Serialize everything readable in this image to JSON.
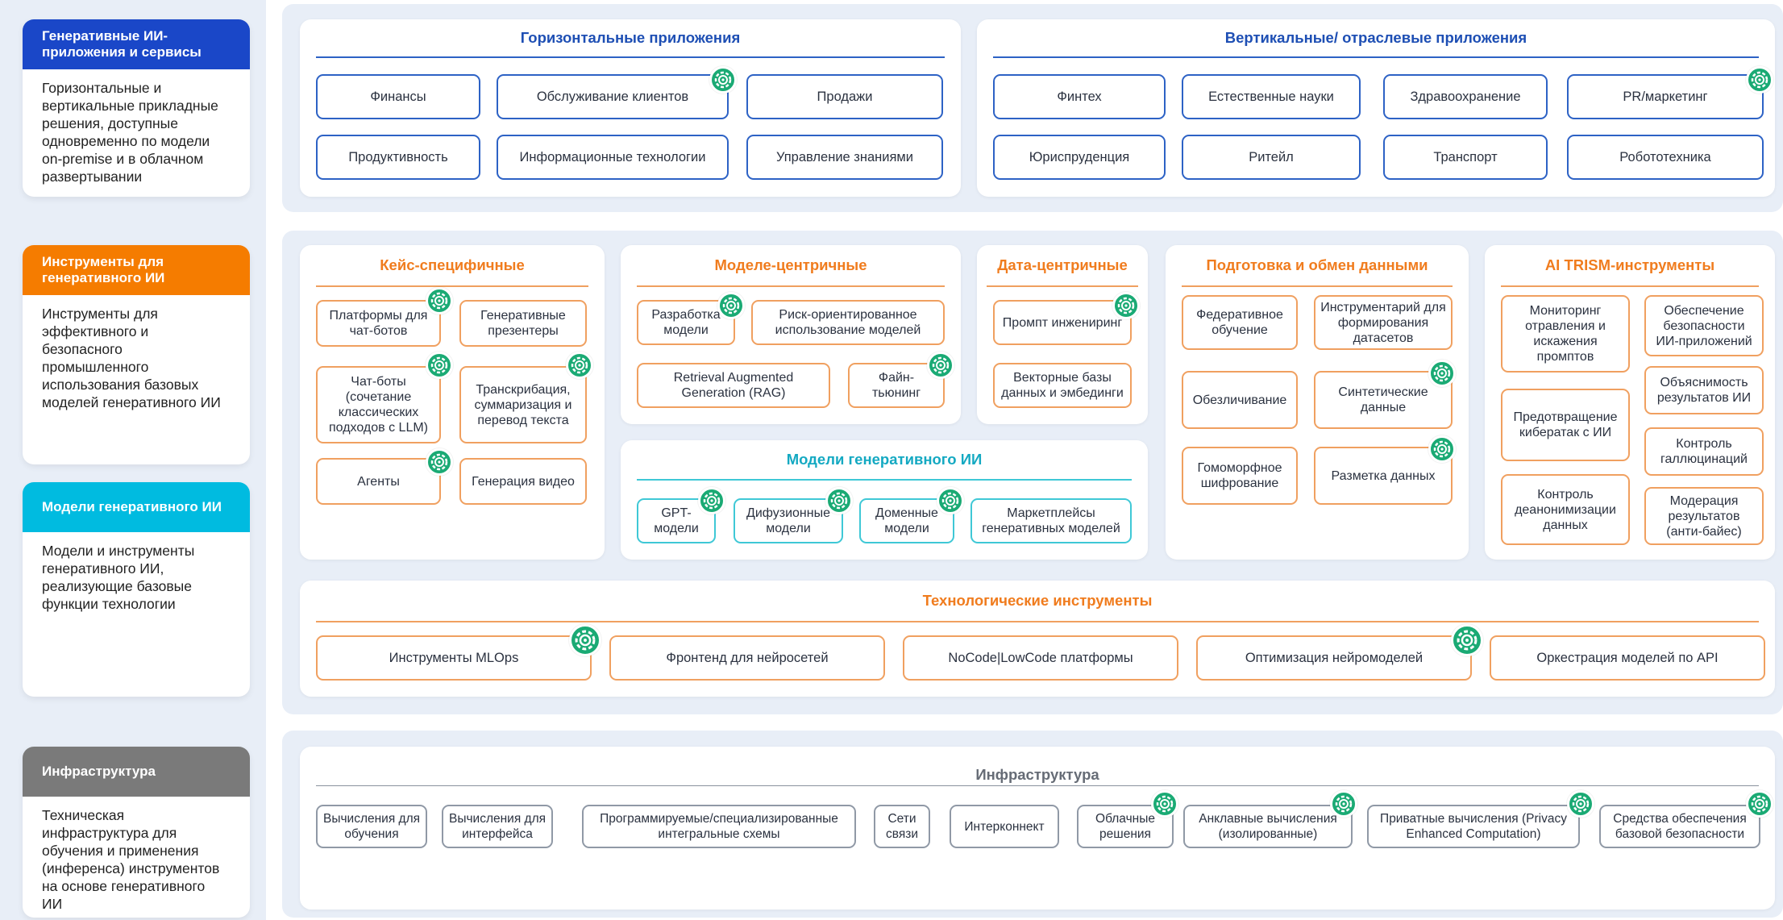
{
  "colors": {
    "blue": "#1a47c8",
    "orange": "#f57c00",
    "cyan": "#00bbe0",
    "gray": "#7a7a7a",
    "badge": "#1aaa74",
    "band": "#e8eef7"
  },
  "sidebar": [
    {
      "title": "Генеративные ИИ-приложения и сервисы",
      "desc": "Горизонтальные и вертикальные прикладные решения, доступные одновременно по модели on-premise и в облачном развертывании"
    },
    {
      "title": "Инструменты для генеративного ИИ",
      "desc": "Инструменты для эффективного и безопасного промышленного использования базовых моделей генеративного ИИ"
    },
    {
      "title": "Модели генеративного ИИ",
      "desc": "Модели и инструменты генеративного ИИ, реализующие базовые функции технологии"
    },
    {
      "title": "Инфраструктура",
      "desc": "Техническая инфраструктура для обучения и применения (инференса) инструментов на основе генеративного ИИ"
    }
  ],
  "horizontal": {
    "title": "Горизонтальные приложения",
    "items": [
      "Финансы",
      "Обслуживание клиентов",
      "Продажи",
      "Продуктивность",
      "Информационные технологии",
      "Управление знаниями"
    ]
  },
  "vertical": {
    "title": "Вертикальные/ отраслевые приложения",
    "items": [
      "Финтех",
      "Естественные науки",
      "Здравоохранение",
      "PR/маркетинг",
      "Юриспруденция",
      "Ритейл",
      "Транспорт",
      "Робототехника"
    ]
  },
  "case": {
    "title": "Кейс-специфичные",
    "items": [
      "Платформы для чат-ботов",
      "Генеративные презентеры",
      "Чат-боты (сочетание классических подходов с LLM)",
      "Транскрибация, суммаризация и перевод текста",
      "Агенты",
      "Генерация видео"
    ]
  },
  "model_centric": {
    "title": "Моделе-центричные",
    "items": [
      "Разработка модели",
      "Риск-ориентированное использование моделей",
      "Retrieval Augmented Generation (RAG)",
      "Файн-тьюнинг"
    ]
  },
  "data_centric": {
    "title": "Дата-центричные",
    "items": [
      "Промпт инжениринг",
      "Векторные базы данных и эмбединги"
    ]
  },
  "data_prep": {
    "title": "Подготовка и обмен данными",
    "items": [
      "Федеративное обучение",
      "Инструментарий для формирования датасетов",
      "Обезличивание",
      "Синтетические данные",
      "Гомоморфное шифрование",
      "Разметка данных"
    ]
  },
  "trism": {
    "title": "AI TRISM-инструменты",
    "items": [
      "Мониторинг отравления и искажения промптов",
      "Обеспечение безопасности ИИ-приложений",
      "Объяснимость результатов ИИ",
      "Предотвращение кибератак с ИИ",
      "Контроль галлюцинаций",
      "Контроль деанонимизации данных",
      "Модерация результатов (анти-байес)"
    ]
  },
  "genmodels": {
    "title": "Модели генеративного ИИ",
    "items": [
      "GPT-модели",
      "Дифузионные модели",
      "Доменные модели",
      "Маркетплейсы генеративных моделей"
    ]
  },
  "tech": {
    "title": "Технологические инструменты",
    "items": [
      "Инструменты MLOps",
      "Фронтенд для нейросетей",
      "NoCode|LowCode платформы",
      "Оптимизация нейромоделей",
      "Оркестрация моделей по API"
    ]
  },
  "infra": {
    "title": "Инфраструктура",
    "items": [
      "Вычисления для обучения",
      "Вычисления для интерфейса",
      "Программируемые/специализированные интегральные схемы",
      "Сети связи",
      "Интерконнект",
      "Облачные решения",
      "Анклавные вычисления (изолированные)",
      "Приватные вычисления (Privacy Enhanced Computation)",
      "Средства обеспечения базовой безопасности"
    ]
  }
}
